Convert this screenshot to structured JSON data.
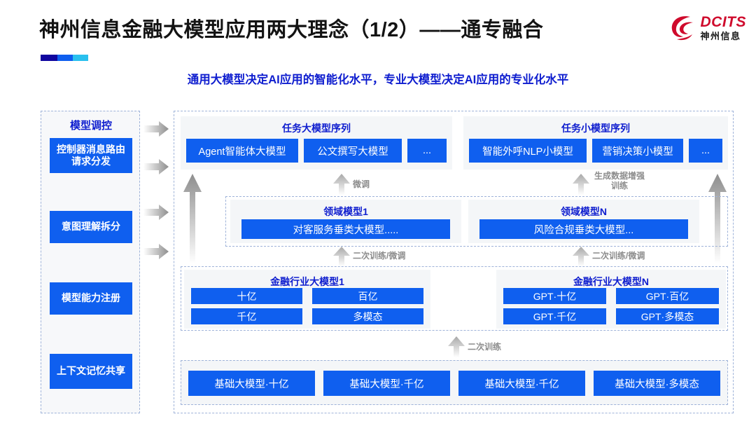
{
  "header": {
    "title": "神州信息金融大模型应用两大理念（1/2）——通专融合",
    "subtitle": "通用大模型决定AI应用的智能化水平，专业大模型决定AI应用的专业化水平",
    "logo": {
      "brand_en": "DCITS",
      "brand_cn": "神州信息",
      "mark": "swirl-logo-icon"
    },
    "accent_colors": [
      "#10069F",
      "#0F5FEF",
      "#29C0EE"
    ]
  },
  "colors": {
    "chip_blue": "#0F5FEF",
    "title_blue": "#0F1ECF",
    "card_bg": "#f4f6f8",
    "dashed_border": "#9fb3d9",
    "arrow_gray": "#8c8c8c",
    "brand_red": "#CF0A2C"
  },
  "left_panel": {
    "title": "模型调控",
    "buttons": [
      {
        "label": "控制器消息路由请求分发"
      },
      {
        "label": "意图理解拆分"
      },
      {
        "label": "模型能力注册"
      },
      {
        "label": "上下文记忆共享"
      }
    ]
  },
  "flow_arrows": {
    "horizontal_count": 4,
    "labels": {
      "fine_tune": "微调",
      "gen_data_aug": "生成数据增强训练",
      "retrain_finetune": "二次训练/微调",
      "retrain": "二次训练"
    }
  },
  "task_sequences": [
    {
      "title": "任务大模型序列",
      "items": [
        "Agent智能体大模型",
        "公文撰写大模型",
        "..."
      ]
    },
    {
      "title": "任务小模型序列",
      "items": [
        "智能外呼NLP小模型",
        "营销决策小模型",
        "..."
      ]
    }
  ],
  "domain_models": [
    {
      "title": "领域模型1",
      "item": "对客服务垂类大模型....."
    },
    {
      "title": "领域模型N",
      "item": "风险合规垂类大模型..."
    }
  ],
  "industry_models": [
    {
      "title": "金融行业大模型1",
      "items": [
        "十亿",
        "百亿",
        "千亿",
        "多模态"
      ]
    },
    {
      "title": "金融行业大模型N",
      "items": [
        "GPT·十亿",
        "GPT·百亿",
        "GPT·千亿",
        "GPT·多模态"
      ]
    }
  ],
  "base_models": {
    "items": [
      "基础大模型·十亿",
      "基础大模型·千亿",
      "基础大模型·千亿",
      "基础大模型·多模态"
    ]
  }
}
